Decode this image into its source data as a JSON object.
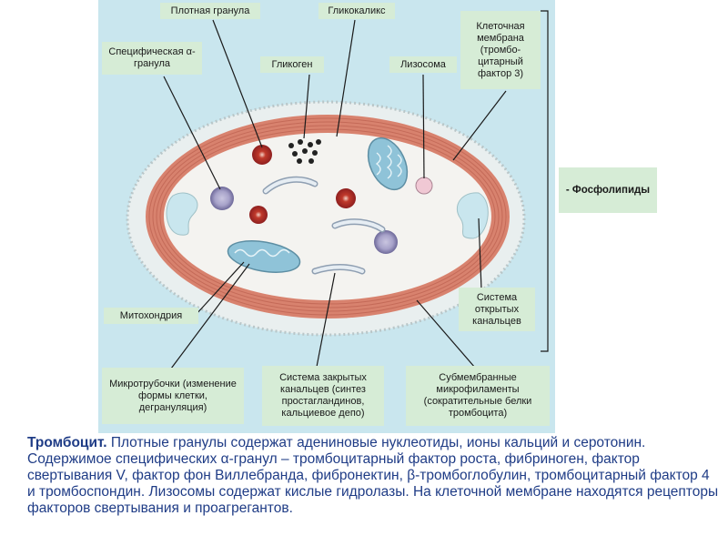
{
  "labels": {
    "dense_granule": "Плотная гранула",
    "glycocalyx": "Гликокаликс",
    "cell_membrane": "Клеточная мембрана (тромбо-цитарный фактор 3)",
    "specific_alpha_granule": "Специфическая α-гранула",
    "glycogen": "Гликоген",
    "lysosome": "Лизосома",
    "phospholipids": "- Фосфолипиды",
    "open_canalicular_system": "Система открытых канальцев",
    "mitochondria": "Митохондрия",
    "microtubules": "Микротрубочки (изменение формы клетки, дегрануляция)",
    "closed_canalicular_system": "Система закрытых канальцев (синтез простагландинов, кальциевое депо)",
    "submembrane_microfilaments": "Субмембранные микрофиламенты (сократительные белки тромбоцита)"
  },
  "caption": {
    "title": "Тромбоцит.",
    "text": " Плотные гранулы содержат адениновые нуклеотиды, ионы кальций и серотонин. Содержимое специфических α-гранул – тромбоцитарный фактор роста, фибриноген, фактор свертывания V, фактор фон Виллебранда, фибронектин, β-тромбоглобулин, тромбоцитарный фактор 4 и тромбоспондин. Лизосомы содержат кислые гидролазы. На клеточной мембране находятся рецепторы факторов свертывания и проагрегантов."
  },
  "colors": {
    "background": "#c9e6ee",
    "label_bg": "#d6ecd6",
    "membrane": "#d8826e",
    "cytoplasm": "#f4f3f0",
    "dense_granule": "#b52a2a",
    "alpha_granule": "#a7a2c9",
    "mitochondria": "#8fc3d8",
    "caption_text": "#1f3c86"
  }
}
